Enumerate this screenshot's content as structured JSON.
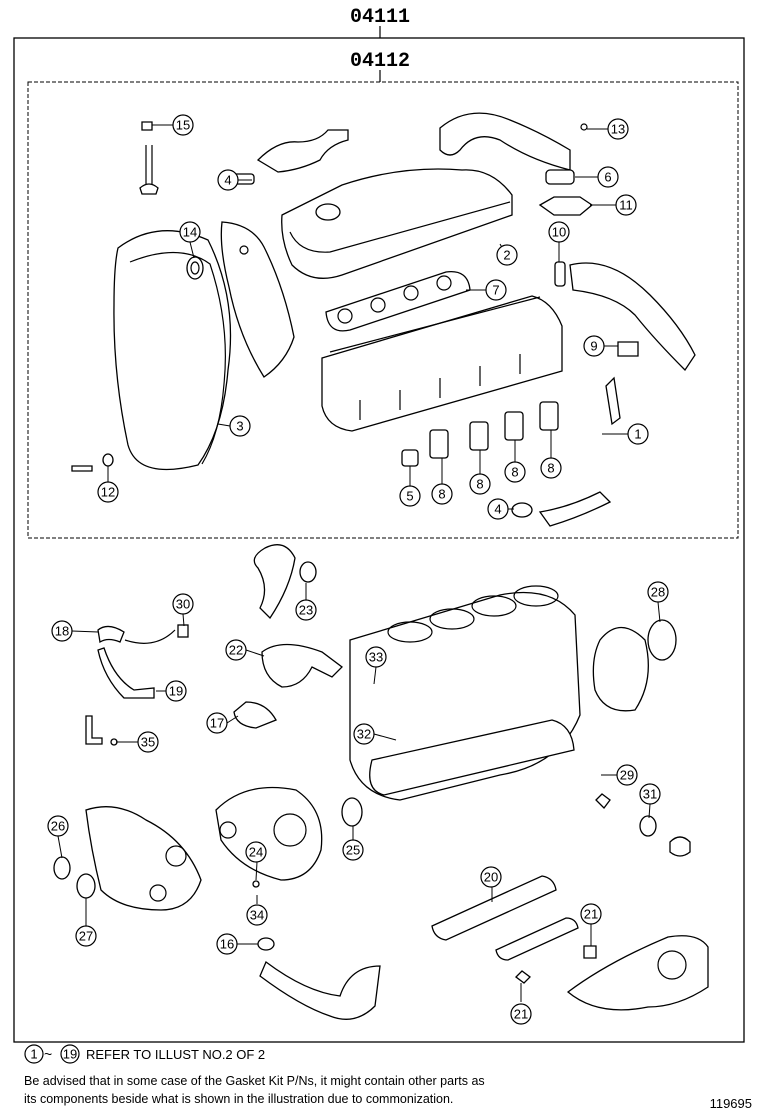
{
  "header": {
    "assembly_code": "04111",
    "subassembly_code": "04112"
  },
  "callouts": [
    {
      "n": "15"
    },
    {
      "n": "4"
    },
    {
      "n": "13"
    },
    {
      "n": "6"
    },
    {
      "n": "11"
    },
    {
      "n": "14"
    },
    {
      "n": "2"
    },
    {
      "n": "10"
    },
    {
      "n": "7"
    },
    {
      "n": "9"
    },
    {
      "n": "3"
    },
    {
      "n": "1"
    },
    {
      "n": "12"
    },
    {
      "n": "5"
    },
    {
      "n": "8"
    },
    {
      "n": "8"
    },
    {
      "n": "8"
    },
    {
      "n": "8"
    },
    {
      "n": "4"
    },
    {
      "n": "23"
    },
    {
      "n": "28"
    },
    {
      "n": "30"
    },
    {
      "n": "18"
    },
    {
      "n": "22"
    },
    {
      "n": "33"
    },
    {
      "n": "19"
    },
    {
      "n": "17"
    },
    {
      "n": "35"
    },
    {
      "n": "32"
    },
    {
      "n": "29"
    },
    {
      "n": "31"
    },
    {
      "n": "26"
    },
    {
      "n": "24"
    },
    {
      "n": "25"
    },
    {
      "n": "20"
    },
    {
      "n": "34"
    },
    {
      "n": "27"
    },
    {
      "n": "21"
    },
    {
      "n": "16"
    },
    {
      "n": "21"
    }
  ],
  "footer": {
    "range_start": "1",
    "range_sep": "~",
    "range_end": "19",
    "refer_text": "REFER TO ILLUST NO.2 OF 2",
    "advisory_line1": "Be advised that in some case of the Gasket Kit P/Ns,  it might contain other parts as",
    "advisory_line2": "its components beside what is shown in the illustration due to commonization.",
    "illustration_id": "119695"
  }
}
